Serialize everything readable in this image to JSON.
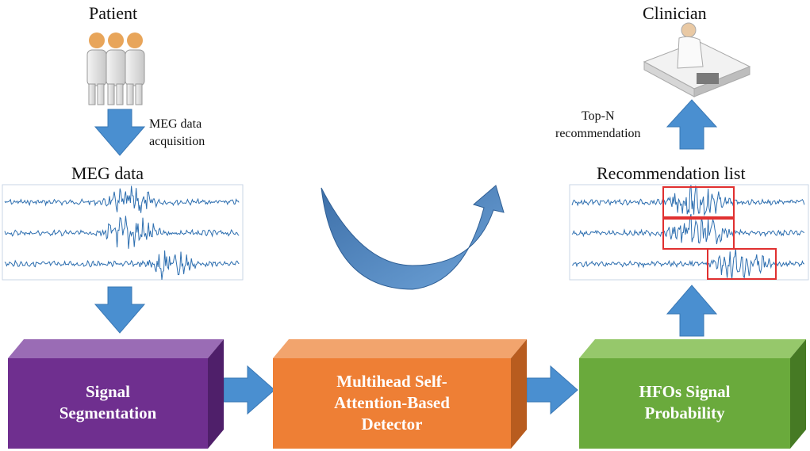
{
  "labels": {
    "patient": "Patient",
    "clinician": "Clinician",
    "meg_acq_line1": "MEG data",
    "meg_acq_line2": "acquisition",
    "meg_data": "MEG data",
    "topn_line1": "Top-N",
    "topn_line2": "recommendation",
    "rec_list": "Recommendation list"
  },
  "boxes": [
    {
      "line1": "Signal",
      "line2": "Segmentation",
      "front": "#6f2f8f",
      "top": "#9a6cb5",
      "side": "#4f1f6a"
    },
    {
      "line1": "Multihead Self-",
      "line2": "Attention-Based",
      "line3": "Detector",
      "front": "#ee7f35",
      "top": "#f2a46d",
      "side": "#b85c1f"
    },
    {
      "line1": "HFOs Signal",
      "line2": "Probability",
      "front": "#6aaa3c",
      "top": "#96c86b",
      "side": "#467a24"
    }
  ],
  "colors": {
    "arrow": "#4a8fd0",
    "highlight": "#e03030",
    "signal": "#2e6fb0"
  },
  "icons": [
    "patients-icon",
    "clinician-icon"
  ]
}
